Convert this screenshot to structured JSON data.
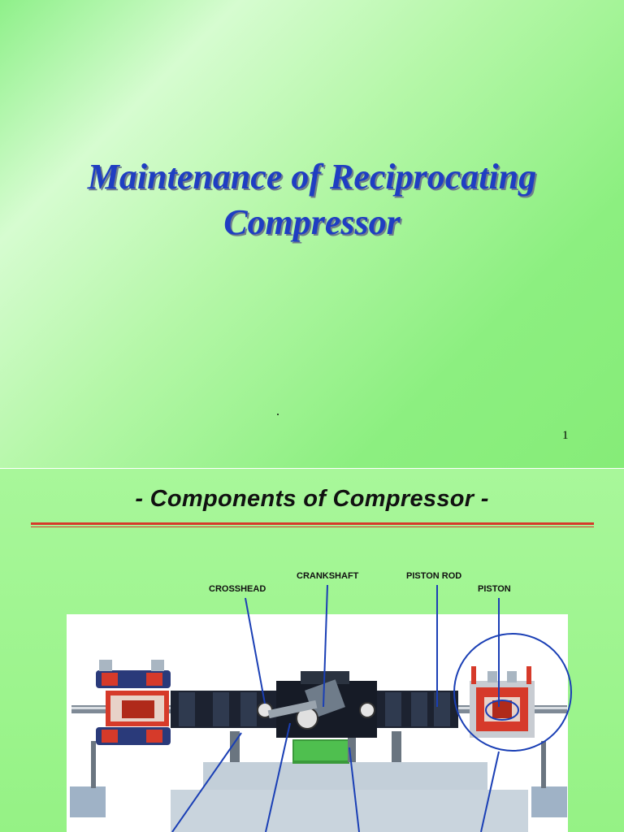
{
  "slide1": {
    "title_line1": "Maintenance of Reciprocating",
    "title_line2": "Compressor",
    "dot": ".",
    "page_number": "1"
  },
  "slide2": {
    "heading": "- Components of Compressor -",
    "labels": {
      "crankshaft": "CRANKSHAFT",
      "piston_rod": "PISTON ROD",
      "crosshead": "CROSSHEAD",
      "piston": "PISTON"
    }
  },
  "colors": {
    "title_blue": "#1f3ec2",
    "rule_red": "#d63a2a",
    "slide_green": "#95f285",
    "callout_blue": "#1a3fb5"
  }
}
